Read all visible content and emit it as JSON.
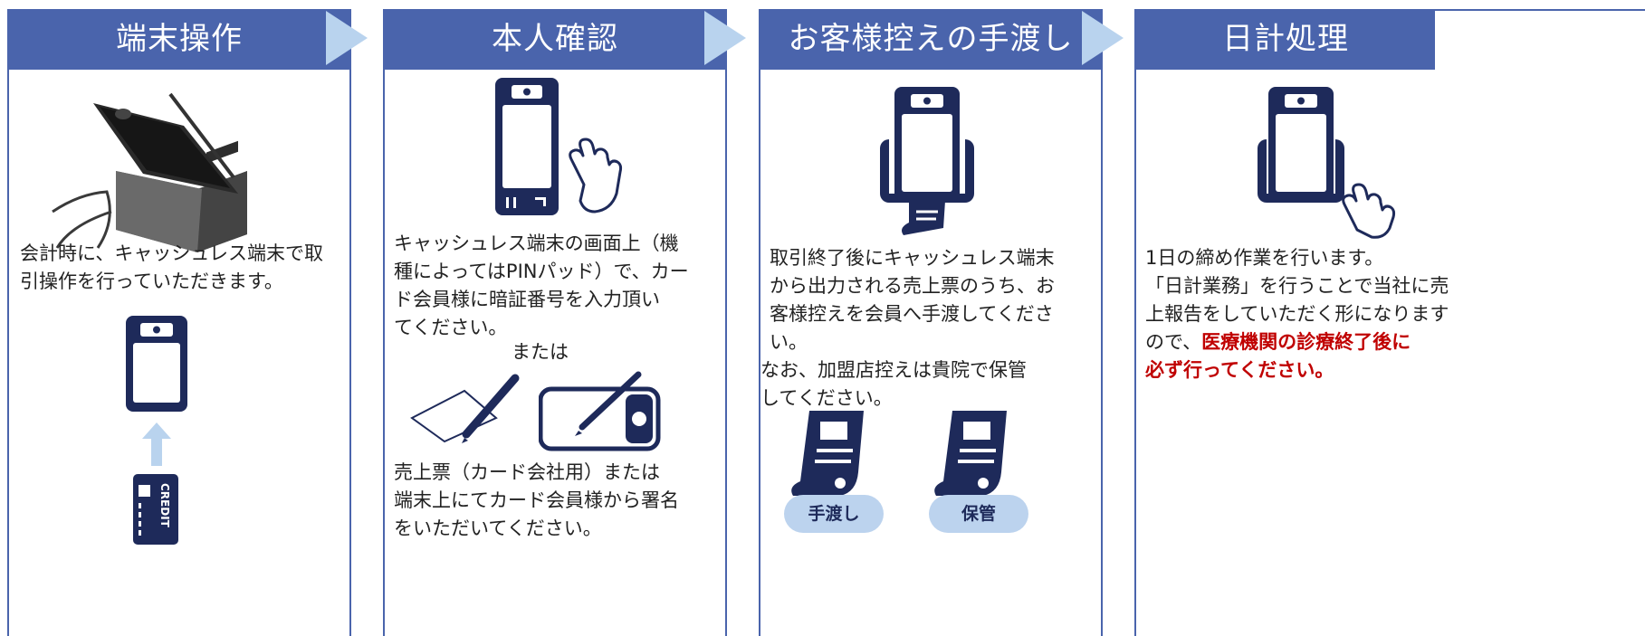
{
  "colors": {
    "header_blue": "#4a64ac",
    "arrow_blue": "#b9d3ee",
    "navy": "#1e2a5a",
    "emphasis_red": "#c00000",
    "badge_blue": "#bcd3ee"
  },
  "steps": [
    {
      "title": "端末操作",
      "text_lines": [
        "会計時に、キャッシュレス端末で取",
        "引操作を行っていただきます。"
      ],
      "card_label": "CREDIT"
    },
    {
      "title": "本人確認",
      "text_lines": [
        "キャッシュレス端末の画面上（機",
        "種によってはPINパッド）で、カー",
        "ド会員様に暗証番号を入力頂い",
        "てください。"
      ],
      "or_label": "または",
      "text2_lines": [
        "売上票（カード会社用）または",
        "端末上にてカード会員様から署名",
        "をいただいてください。"
      ]
    },
    {
      "title": "お客様控えの手渡し",
      "text_lines": [
        "取引終了後にキャッシュレス端末",
        "から出力される売上票のうち、お",
        "客様控えを会員へ手渡してくださ",
        "い。"
      ],
      "text2_lines": [
        "なお、加盟店控えは貴院で保管",
        "してください。"
      ],
      "badge_handover": "手渡し",
      "badge_keep": "保管"
    },
    {
      "title": "日計処理",
      "text_lines": [
        "1日の締め作業を行います。",
        "「日計業務」を行うことで当社に売",
        "上報告をしていただく形になります"
      ],
      "text_line4_prefix": "ので、",
      "text_emphasis_1": "医療機関の診療終了後に",
      "text_emphasis_2": "必ず行ってください。"
    }
  ]
}
